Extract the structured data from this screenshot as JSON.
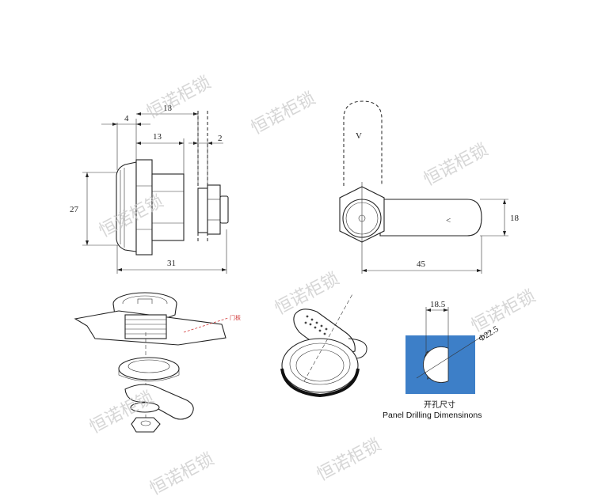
{
  "dimensions": {
    "d18": "18",
    "d4": "4",
    "d13": "13",
    "d2": "2",
    "d27": "27",
    "d31": "31",
    "d45": "45",
    "d18_right": "18",
    "hole_width": "18.5",
    "hole_diameter": "Φ22.5"
  },
  "panel_caption": {
    "chinese": "开孔尺寸",
    "english": "Panel Drilling Dimensinons"
  },
  "door_label": "门板",
  "watermark_text": "恒诺柜锁",
  "colors": {
    "panel_fill": "#3d7fc8",
    "line": "#222222",
    "watermark": "#c9c9c9",
    "door_marker": "#d23b3b"
  }
}
